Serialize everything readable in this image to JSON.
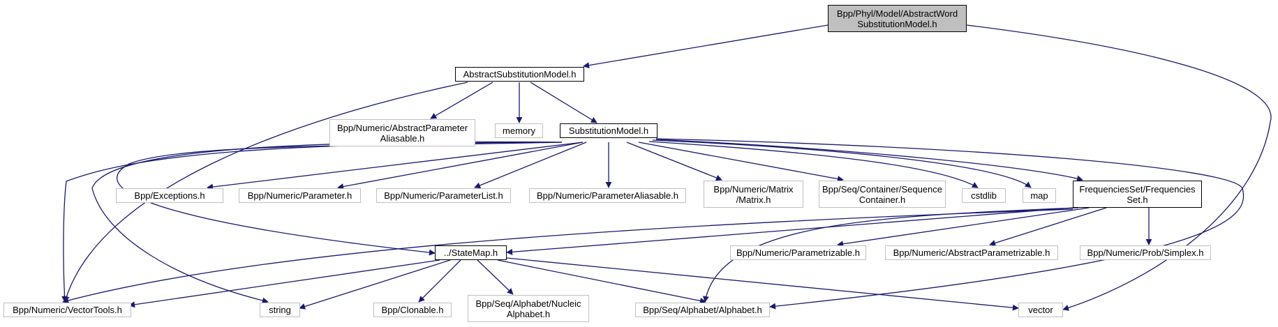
{
  "colors": {
    "edge": "#191970",
    "root_fill": "#bfbfbf",
    "doc_border": "#000000",
    "ext_border": "#bfbfbf"
  },
  "nodes": {
    "root": {
      "label": "Bpp/Phyl/Model/AbstractWord\nSubstitutionModel.h"
    },
    "asm": {
      "label": "AbstractSubstitutionModel.h"
    },
    "apa": {
      "label": "Bpp/Numeric/AbstractParameter\nAliasable.h"
    },
    "memory": {
      "label": "memory"
    },
    "sm": {
      "label": "SubstitutionModel.h"
    },
    "exc": {
      "label": "Bpp/Exceptions.h"
    },
    "param": {
      "label": "Bpp/Numeric/Parameter.h"
    },
    "plist": {
      "label": "Bpp/Numeric/ParameterList.h"
    },
    "palias": {
      "label": "Bpp/Numeric/ParameterAliasable.h"
    },
    "matrix": {
      "label": "Bpp/Numeric/Matrix\n/Matrix.h"
    },
    "seqcont": {
      "label": "Bpp/Seq/Container/Sequence\nContainer.h"
    },
    "cstdlib": {
      "label": "cstdlib"
    },
    "map": {
      "label": "map"
    },
    "fset": {
      "label": "FrequenciesSet/Frequencies\nSet.h"
    },
    "statemap": {
      "label": "../StateMap.h"
    },
    "ptz": {
      "label": "Bpp/Numeric/Parametrizable.h"
    },
    "aptz": {
      "label": "Bpp/Numeric/AbstractParametrizable.h"
    },
    "simplex": {
      "label": "Bpp/Numeric/Prob/Simplex.h"
    },
    "vtools": {
      "label": "Bpp/Numeric/VectorTools.h"
    },
    "string": {
      "label": "string"
    },
    "clonable": {
      "label": "Bpp/Clonable.h"
    },
    "nucleic": {
      "label": "Bpp/Seq/Alphabet/Nucleic\nAlphabet.h"
    },
    "alphabet": {
      "label": "Bpp/Seq/Alphabet/Alphabet.h"
    },
    "vector": {
      "label": "vector"
    }
  }
}
